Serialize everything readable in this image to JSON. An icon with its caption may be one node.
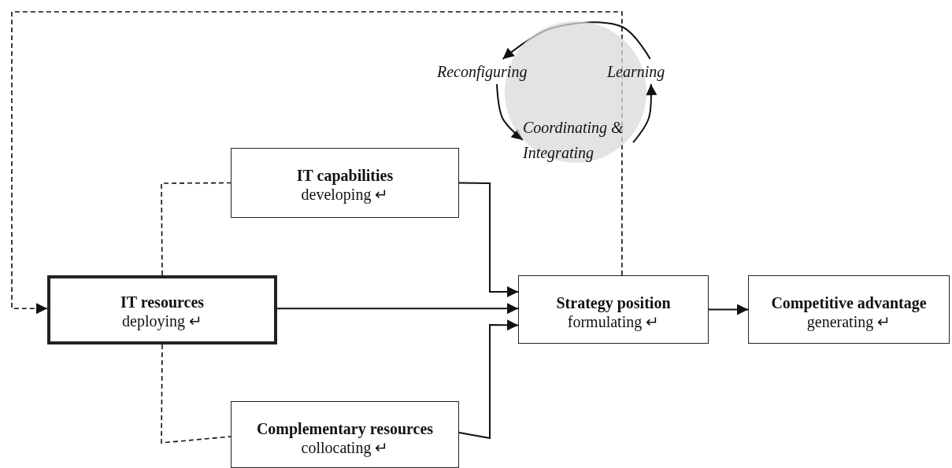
{
  "diagram": {
    "nodes": [
      {
        "text": [
          "IT capabilities",
          "developing ↵"
        ]
      },
      {
        "text": [
          "IT resources",
          "deploying ↵"
        ]
      },
      {
        "text": [
          "Strategy position",
          "formulating ↵"
        ]
      },
      {
        "text": [
          "Competitive advantage",
          "generating ↵"
        ]
      },
      {
        "text": [
          "Complementary resources",
          "collocating ↵"
        ]
      },
      {
        "text": [
          "Reconfiguring"
        ]
      },
      {
        "text": [
          "Learning"
        ]
      },
      {
        "text": [
          "Coordinating & Integrating"
        ]
      }
    ],
    "edges": [
      {
        "from": 1,
        "to": 0,
        "arrow": "none",
        "style": "dashed"
      },
      {
        "from": 1,
        "to": 4,
        "arrow": "none",
        "style": "dashed"
      },
      {
        "from": 0,
        "to": 2,
        "arrow": "to"
      },
      {
        "from": 1,
        "to": 2,
        "arrow": "to"
      },
      {
        "from": 4,
        "to": 2,
        "arrow": "to"
      },
      {
        "from": 2,
        "to": 3,
        "arrow": "to"
      },
      {
        "from": 2,
        "to": 1,
        "arrow": "to",
        "style": "dashed"
      },
      {
        "from": 6,
        "to": 5,
        "arrow": "to"
      },
      {
        "from": 5,
        "to": 7,
        "arrow": "to"
      },
      {
        "from": 7,
        "to": 6,
        "arrow": "to"
      }
    ]
  }
}
